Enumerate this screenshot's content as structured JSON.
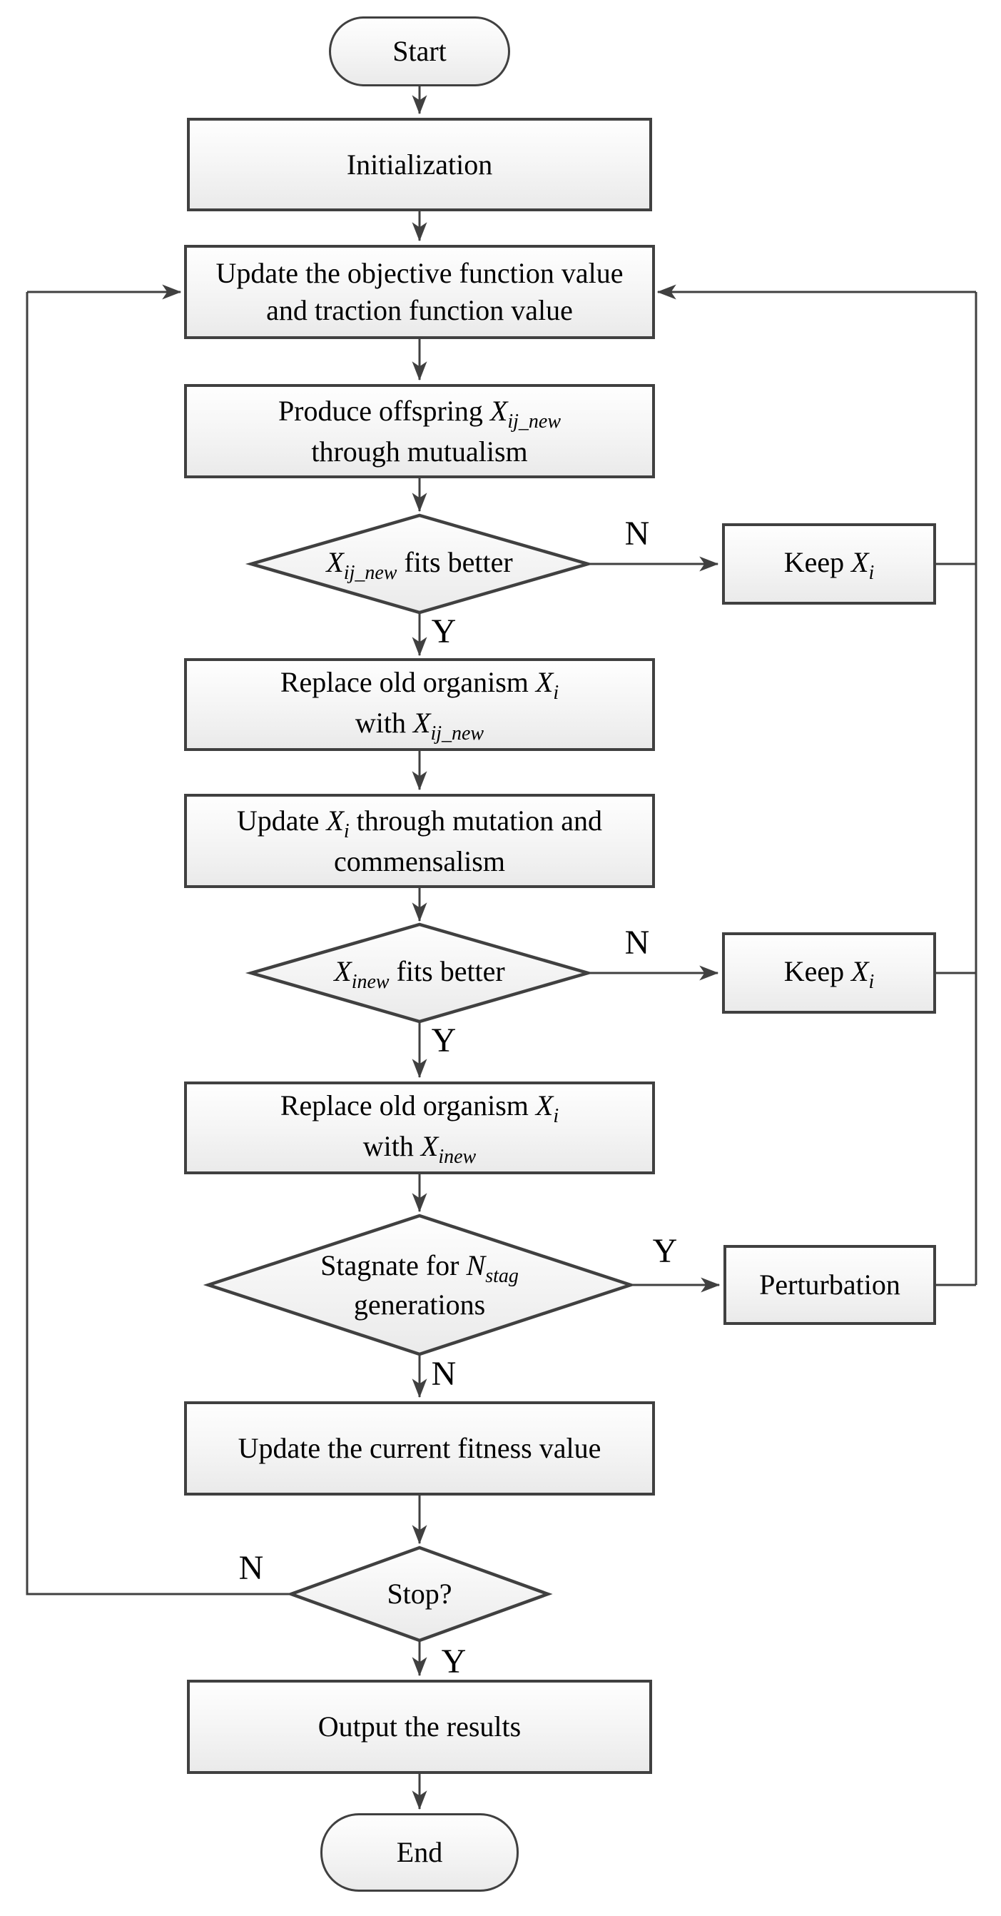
{
  "colors": {
    "line": "#404040",
    "shape_border": "#404040",
    "shape_fill_top": "#fefefe",
    "shape_fill_bottom": "#eaeaea",
    "text": "#000000"
  },
  "nodes": {
    "start": {
      "label": "Start"
    },
    "init": {
      "label": "Initialization"
    },
    "update_obj": {
      "line1": "Update the objective function value",
      "line2": "and traction function value"
    },
    "produce": {
      "line1_pre": "Produce offspring ",
      "line1_var": "X",
      "line1_sub": "ij_new",
      "line2": "through mutualism"
    },
    "decision1": {
      "var": "X",
      "sub": "ij_new",
      "post": " fits better"
    },
    "keep1": {
      "pre": "Keep ",
      "var": "X",
      "sub": "i"
    },
    "replace1": {
      "line1_pre": "Replace old organism ",
      "line1_var": "X",
      "line1_sub": "i",
      "line2_pre": "with ",
      "line2_var": "X",
      "line2_sub": "ij_new"
    },
    "update_xi": {
      "line1_pre": "Update ",
      "line1_var": "X",
      "line1_sub": "i",
      "line1_post": " through mutation and",
      "line2": "commensalism"
    },
    "decision2": {
      "var": "X",
      "sub": "inew",
      "post": " fits better"
    },
    "keep2": {
      "pre": "Keep ",
      "var": "X",
      "sub": "i"
    },
    "replace2": {
      "line1_pre": "Replace old organism ",
      "line1_var": "X",
      "line1_sub": "i",
      "line2_pre": "with ",
      "line2_var": "X",
      "line2_sub": "inew"
    },
    "decision3": {
      "line1_pre": "Stagnate for ",
      "line1_var": "N",
      "line1_sub": "stag",
      "line2": "generations"
    },
    "perturb": {
      "label": "Perturbation"
    },
    "update_fit": {
      "label": "Update the current fitness value"
    },
    "stop": {
      "label": "Stop?"
    },
    "output": {
      "label": "Output the results"
    },
    "end": {
      "label": "End"
    }
  },
  "edge_labels": {
    "d1_no": "N",
    "d1_yes": "Y",
    "d2_no": "N",
    "d2_yes": "Y",
    "d3_yes": "Y",
    "d3_no": "N",
    "stop_no": "N",
    "stop_yes": "Y"
  }
}
